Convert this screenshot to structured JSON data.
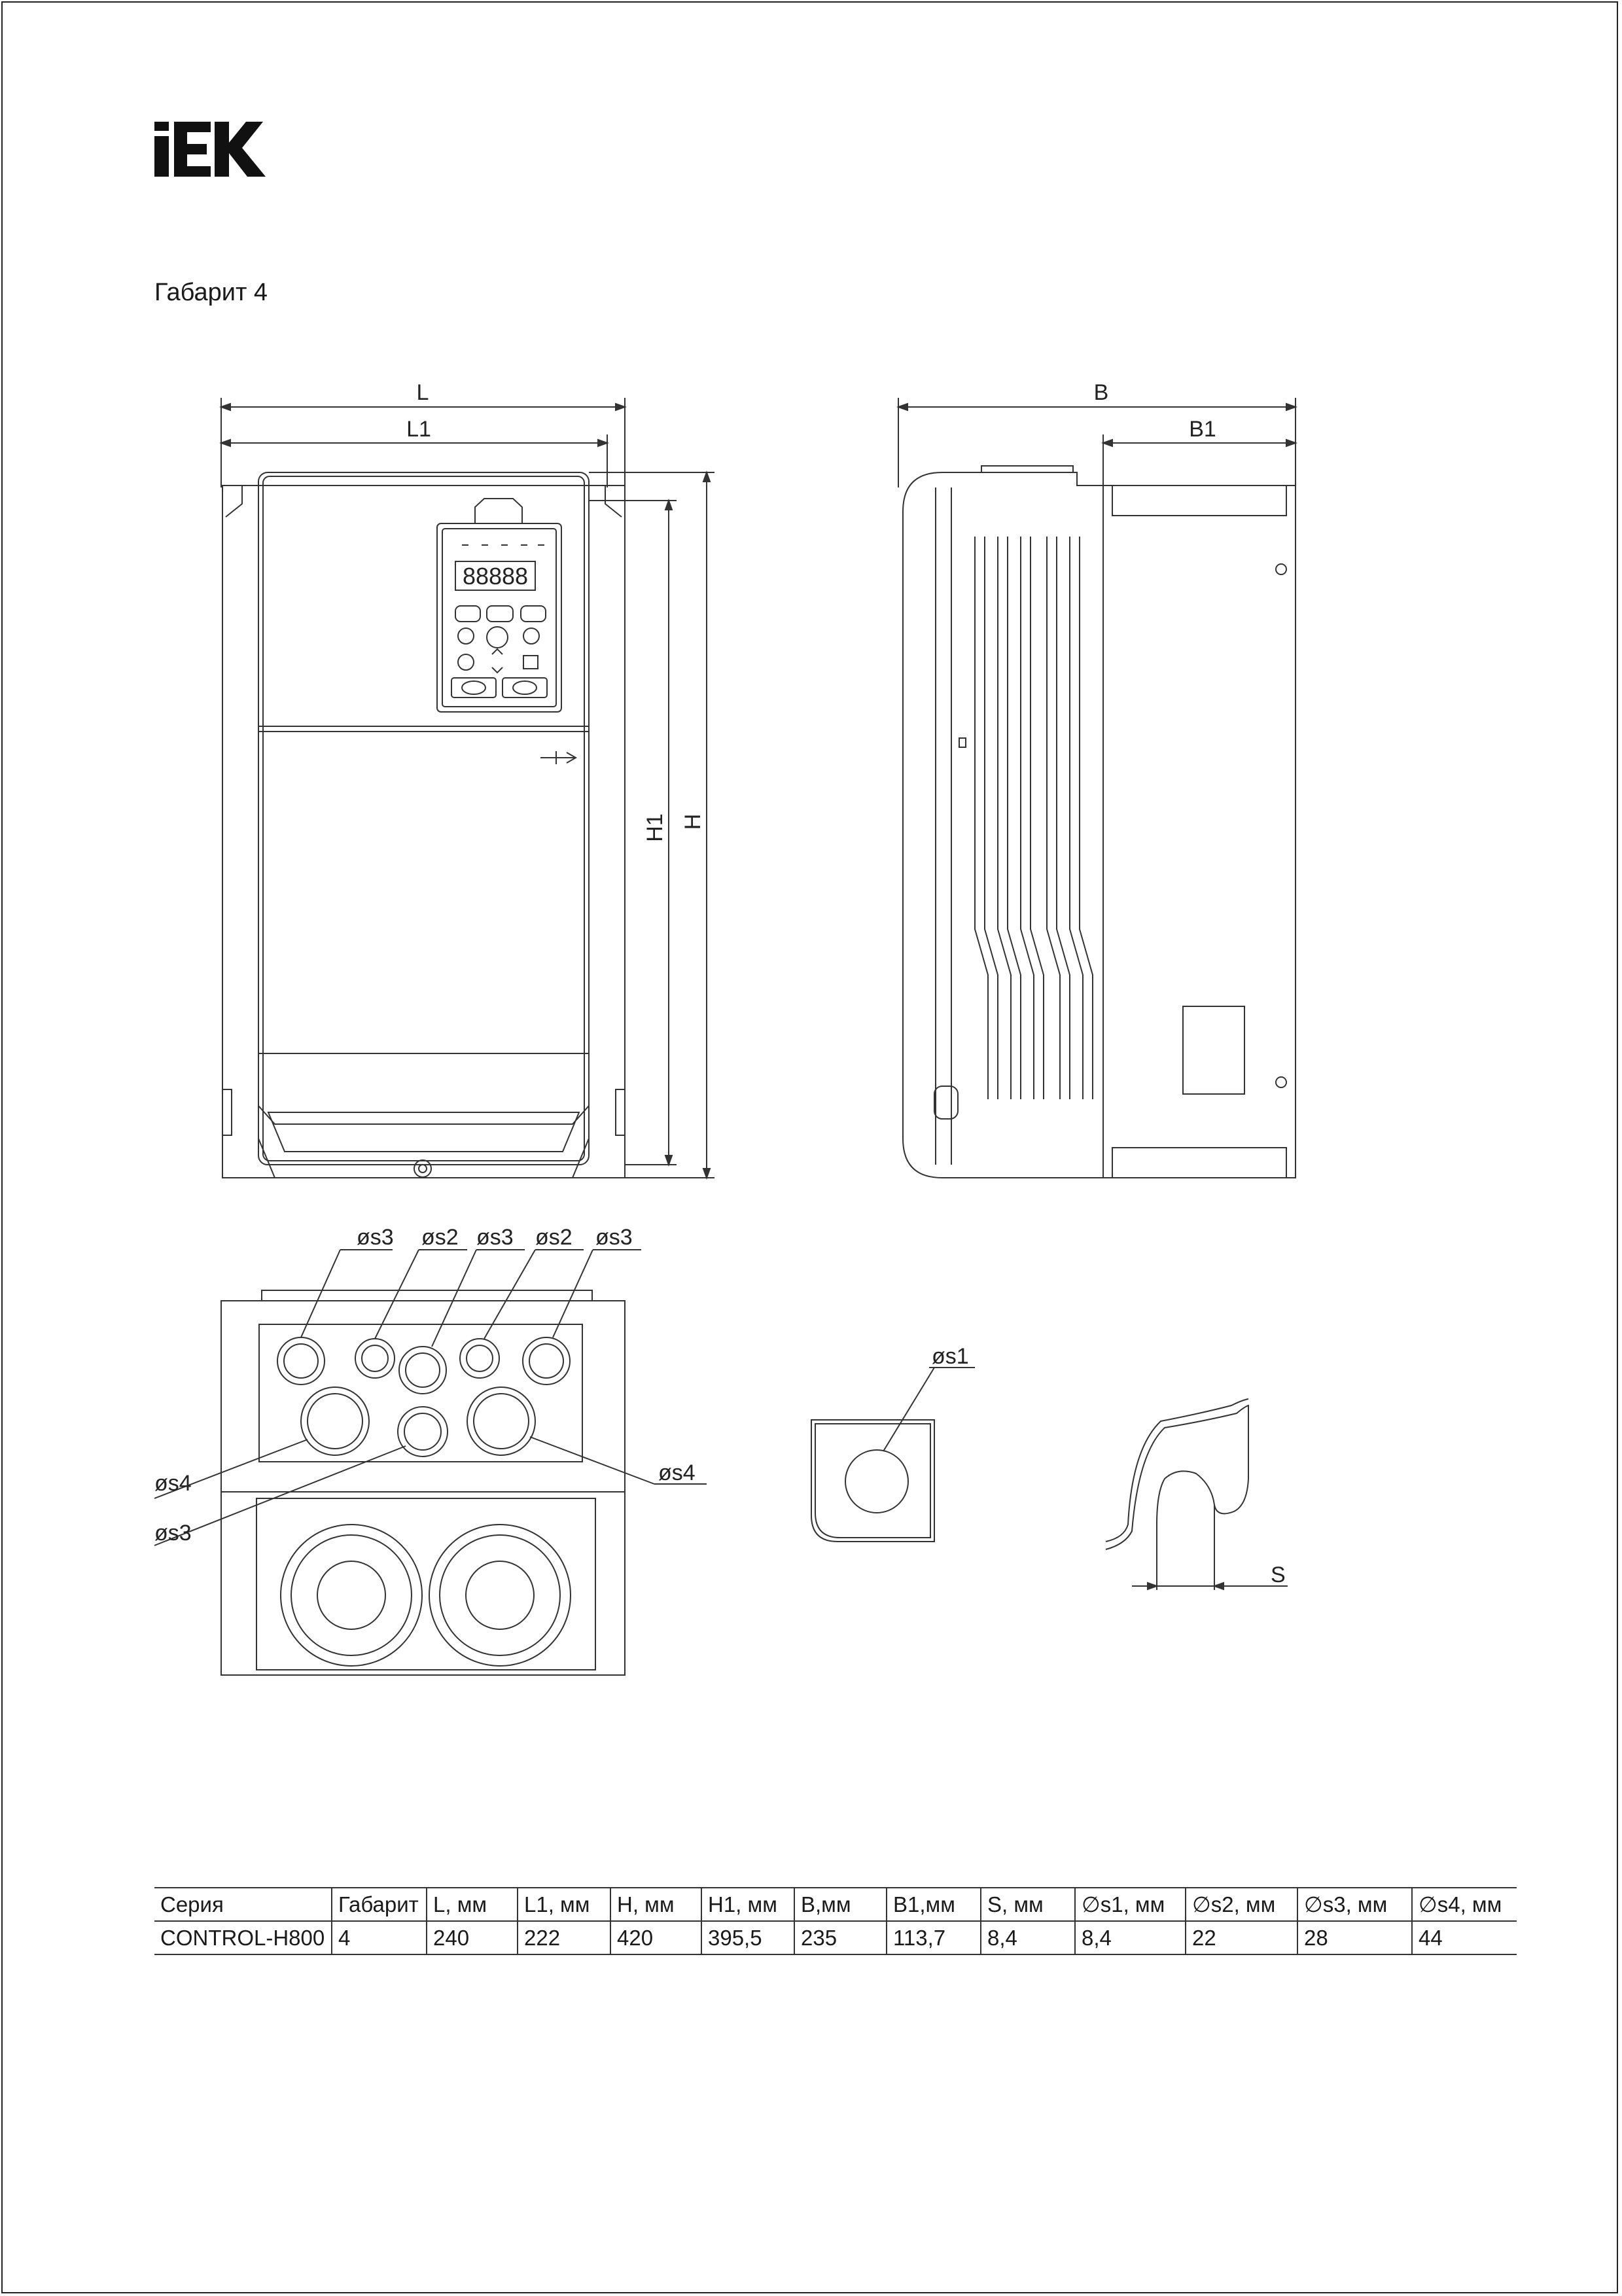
{
  "brand": {
    "logo_text": "IEK"
  },
  "document": {
    "subtitle": "Габарит 4"
  },
  "drawing": {
    "labels": {
      "L": "L",
      "L1": "L1",
      "H": "H",
      "H1": "H1",
      "B": "B",
      "B1": "B1",
      "S": "S",
      "s1": "øs1",
      "s2": "øs2",
      "s3": "øs3",
      "s4": "øs4"
    },
    "keypad_display": "88888"
  },
  "spec_table": {
    "headers": [
      "Серия",
      "Габарит",
      "L, мм",
      "L1, мм",
      "H, мм",
      "H1, мм",
      "B,мм",
      "B1,мм",
      "S, мм",
      "∅s1, мм",
      "∅s2, мм",
      "∅s3, мм",
      "∅s4, мм"
    ],
    "rows": [
      [
        "CONTROL-H800",
        "4",
        "240",
        "222",
        "420",
        "395,5",
        "235",
        "113,7",
        "8,4",
        "8,4",
        "22",
        "28",
        "44"
      ]
    ]
  }
}
